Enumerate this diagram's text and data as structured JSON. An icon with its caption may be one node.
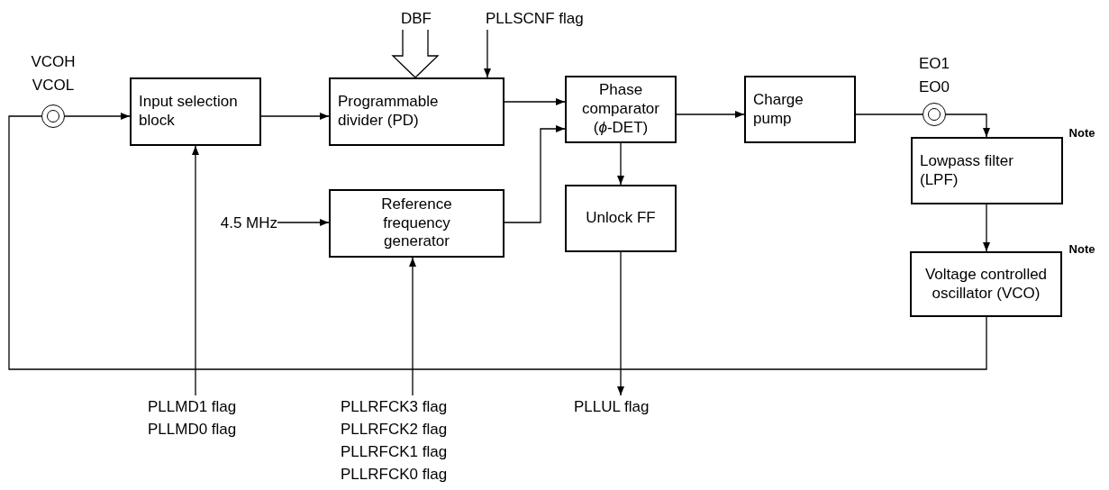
{
  "diagram": {
    "nodes": [
      {
        "text": [],
        "shape": "circle",
        "beside": [
          "VCOH VCOL"
        ]
      },
      {
        "text": [
          "Input selection block"
        ]
      },
      {
        "text": [
          "Programmable divider (PD)"
        ]
      },
      {
        "text": [
          "Phase comparator (*ϕ*-DET)"
        ]
      },
      {
        "text": [
          "Charge pump"
        ]
      },
      {
        "text": [],
        "shape": "circle",
        "beside": [
          "EO1 EO0"
        ]
      },
      {
        "text": [
          "Lowpass filter (LPF)"
        ],
        "beside": [
          "Note"
        ]
      },
      {
        "text": [
          "Voltage controlled oscillator (VCO)"
        ],
        "beside": [
          "Note"
        ]
      },
      {
        "text": [
          "Reference frequency generator"
        ]
      },
      {
        "text": [
          "Unlock FF"
        ]
      },
      {
        "text": [
          "DBF"
        ]
      },
      {
        "text": [
          "PLLSCNF flag"
        ]
      },
      {
        "text": [
          "4.5 MHz"
        ]
      },
      {
        "text": [
          "PLLMD1 flag",
          "PLLMD0 flag"
        ]
      },
      {
        "text": [
          "PLLRFCK3 flag",
          "PLLRFCK2 flag",
          "PLLRFCK1 flag",
          "PLLRFCK0 flag"
        ]
      },
      {
        "text": [
          "PLLUL flag"
        ]
      }
    ],
    "edges": [
      {
        "from": 7,
        "to": 0,
        "arrow": "none"
      },
      {
        "from": 0,
        "to": 1,
        "arrow": "to"
      },
      {
        "from": 1,
        "to": 2,
        "arrow": "to"
      },
      {
        "from": 2,
        "to": 3,
        "arrow": "to"
      },
      {
        "from": 8,
        "to": 3,
        "arrow": "to"
      },
      {
        "from": 3,
        "to": 4,
        "arrow": "to"
      },
      {
        "from": 4,
        "to": 5,
        "arrow": "none"
      },
      {
        "from": 5,
        "to": 6,
        "arrow": "to"
      },
      {
        "from": 6,
        "to": 7,
        "arrow": "to"
      },
      {
        "from": 3,
        "to": 9,
        "arrow": "to"
      },
      {
        "from": 9,
        "to": 15,
        "arrow": "to"
      },
      {
        "from": 10,
        "to": 2,
        "arrow": "to",
        "style": "thick"
      },
      {
        "from": 11,
        "to": 2,
        "arrow": "to"
      },
      {
        "from": 12,
        "to": 8,
        "arrow": "to"
      },
      {
        "from": 13,
        "to": 1,
        "arrow": "to"
      },
      {
        "from": 14,
        "to": 8,
        "arrow": "to"
      }
    ]
  }
}
